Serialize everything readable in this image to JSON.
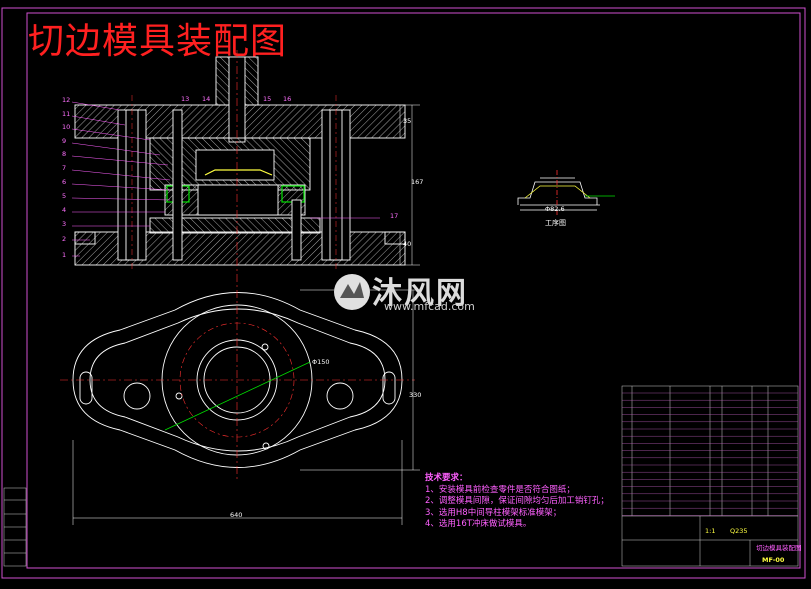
{
  "drawing": {
    "title": "切边模具装配图",
    "part_drawing_label": "工序图",
    "tech_requirements": {
      "heading": "技术要求：",
      "items": [
        "1、安装模具前检查零件是否符合图纸；",
        "2、调整模具间隙，保证间隙均匀后加工销钉孔；",
        "3、选用H8中间导柱模架标准模架；",
        "4、选用16T冲床做试模具。"
      ]
    },
    "part_numbers_left": [
      "12",
      "11",
      "10",
      "9",
      "8",
      "7",
      "6",
      "5",
      "4",
      "3",
      "2",
      "1"
    ],
    "part_numbers_top": [
      "13",
      "14",
      "15",
      "16"
    ],
    "part_number_right": "17",
    "dimensions": {
      "width": "640",
      "height": "330",
      "diameter": "Φ150",
      "overall_height": "167",
      "top_plate": "35",
      "bottom_plate": "40",
      "part_width": "Φ82.6"
    },
    "title_block": {
      "drawing_name": "切边模具装配图",
      "drawing_number": "MF-00",
      "scale": "1:1",
      "material": "Q235"
    },
    "watermark": {
      "brand": "沐风网",
      "url": "www.mfcad.com"
    }
  },
  "colors": {
    "background": "#000000",
    "outline": "#ffffff",
    "label": "#ff60ff",
    "title": "#ff2020",
    "centerline": "#ff3030",
    "green": "#00e000",
    "border": "#d050d0",
    "yellow": "#e8e800"
  }
}
